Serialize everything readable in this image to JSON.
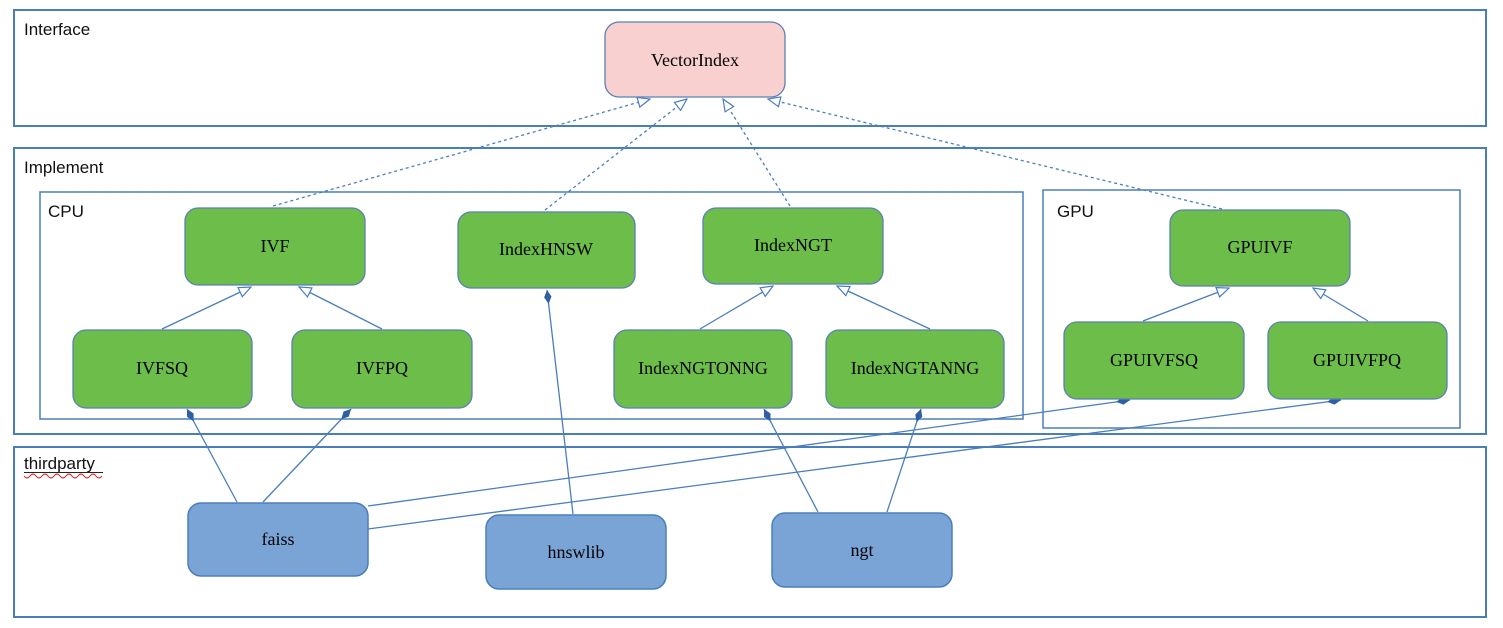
{
  "diagram": {
    "title_context": "VectorIndex class hierarchy diagram",
    "containers": {
      "interface": {
        "label": "Interface"
      },
      "implement": {
        "label": "Implement"
      },
      "cpu": {
        "label": "CPU"
      },
      "gpu": {
        "label": "GPU"
      },
      "thirdparty": {
        "label": "thirdparty"
      }
    },
    "nodes": {
      "vectorindex": {
        "label": "VectorIndex",
        "kind": "interface"
      },
      "ivf": {
        "label": "IVF",
        "kind": "class"
      },
      "indexhnsw": {
        "label": "IndexHNSW",
        "kind": "class"
      },
      "indexngt": {
        "label": "IndexNGT",
        "kind": "class"
      },
      "gpuivf": {
        "label": "GPUIVF",
        "kind": "class"
      },
      "ivfsq": {
        "label": "IVFSQ",
        "kind": "class"
      },
      "ivfpq": {
        "label": "IVFPQ",
        "kind": "class"
      },
      "indexngtonng": {
        "label": "IndexNGTONNG",
        "kind": "class"
      },
      "indexngtanng": {
        "label": "IndexNGTANNG",
        "kind": "class"
      },
      "gpuivfsq": {
        "label": "GPUIVFSQ",
        "kind": "class"
      },
      "gpuivfpq": {
        "label": "GPUIVFPQ",
        "kind": "class"
      },
      "faiss": {
        "label": "faiss",
        "kind": "library"
      },
      "hnswlib": {
        "label": "hnswlib",
        "kind": "library"
      },
      "ngt": {
        "label": "ngt",
        "kind": "library"
      }
    },
    "edges": [
      {
        "from": "IVF",
        "to": "VectorIndex",
        "type": "realization"
      },
      {
        "from": "IndexHNSW",
        "to": "VectorIndex",
        "type": "realization"
      },
      {
        "from": "IndexNGT",
        "to": "VectorIndex",
        "type": "realization"
      },
      {
        "from": "GPUIVF",
        "to": "VectorIndex",
        "type": "realization"
      },
      {
        "from": "IVFSQ",
        "to": "IVF",
        "type": "generalization"
      },
      {
        "from": "IVFPQ",
        "to": "IVF",
        "type": "generalization"
      },
      {
        "from": "IndexNGTONNG",
        "to": "IndexNGT",
        "type": "generalization"
      },
      {
        "from": "IndexNGTANNG",
        "to": "IndexNGT",
        "type": "generalization"
      },
      {
        "from": "GPUIVFSQ",
        "to": "GPUIVF",
        "type": "generalization"
      },
      {
        "from": "GPUIVFPQ",
        "to": "GPUIVF",
        "type": "generalization"
      },
      {
        "from": "faiss",
        "to": "IVFSQ",
        "type": "composition"
      },
      {
        "from": "faiss",
        "to": "IVFPQ",
        "type": "composition"
      },
      {
        "from": "faiss",
        "to": "GPUIVFSQ",
        "type": "composition"
      },
      {
        "from": "faiss",
        "to": "GPUIVFPQ",
        "type": "composition"
      },
      {
        "from": "hnswlib",
        "to": "IndexHNSW",
        "type": "composition"
      },
      {
        "from": "ngt",
        "to": "IndexNGTONNG",
        "type": "composition"
      },
      {
        "from": "ngt",
        "to": "IndexNGTANNG",
        "type": "composition"
      }
    ],
    "colors": {
      "interface_fill": "#f8d0d0",
      "class_fill": "#6cbd4a",
      "library_fill": "#7aa4d6",
      "edge": "#4a7ebb",
      "diamond": "#2e5fa3",
      "squiggle": "#d42020"
    }
  }
}
